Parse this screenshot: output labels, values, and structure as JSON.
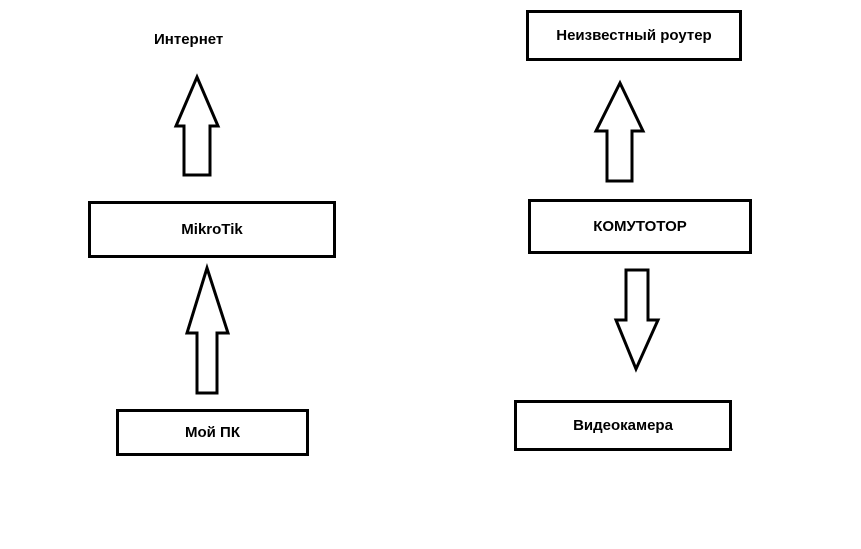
{
  "diagram": {
    "left_column": {
      "top_label": "Интернет",
      "middle_node": "MikroTik",
      "bottom_node": "Мой ПК"
    },
    "right_column": {
      "top_node": "Неизвестный роутер",
      "middle_node": "КОМУТОТОР",
      "bottom_node": "Видеокамера"
    },
    "edges": [
      {
        "from": "Мой ПК",
        "to": "MikroTik",
        "direction": "up"
      },
      {
        "from": "MikroTik",
        "to": "Интернет",
        "direction": "up"
      },
      {
        "from": "КОМУТОТОР",
        "to": "Неизвестный роутер",
        "direction": "up"
      },
      {
        "from": "КОМУТОТОР",
        "to": "Видеокамера",
        "direction": "down"
      }
    ]
  }
}
